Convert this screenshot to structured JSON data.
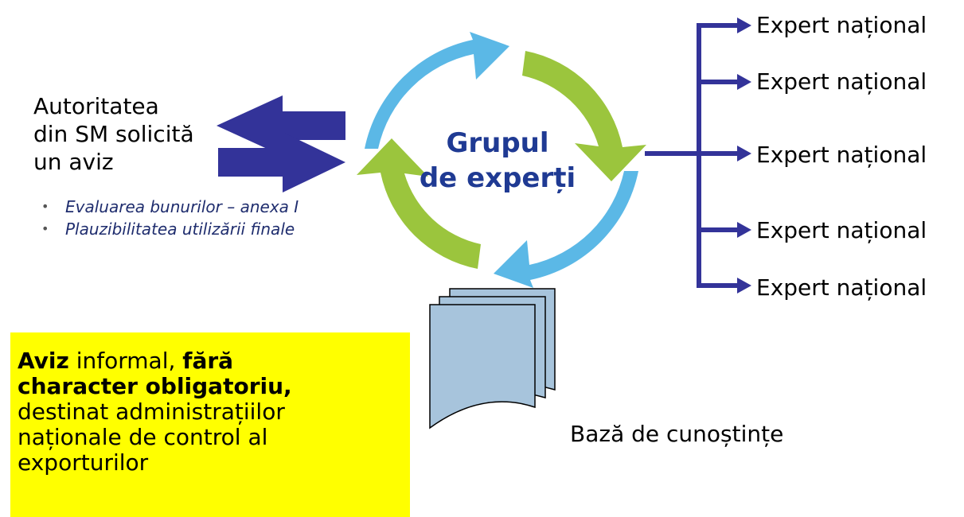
{
  "authority": {
    "lines": [
      "Autoritatea",
      "din SM solicită",
      "un aviz"
    ]
  },
  "bullets": [
    "Evaluarea bunurilor – anexa I",
    "Plauzibilitatea utilizării finale"
  ],
  "center": {
    "line1": "Grupul",
    "line2": "de experți"
  },
  "experts": [
    "Expert național",
    "Expert național",
    "Expert național",
    "Expert național",
    "Expert național"
  ],
  "knowledge_base": "Bază de cunoștințe",
  "opinion": {
    "bold1": "Aviz",
    "text1": " informal, ",
    "bold2": "fără",
    "bold3": "character obligatoriu,",
    "line3": "destinat administrațiilor",
    "line4": "naționale de control al",
    "line5": "exporturilor"
  },
  "colors": {
    "arrow_blue": "#333399",
    "cycle_blue": "#5bb8e6",
    "cycle_green": "#9bc53d",
    "doc_fill": "#a7c4dc",
    "highlight": "#ffff00",
    "title": "#1f3a93"
  }
}
